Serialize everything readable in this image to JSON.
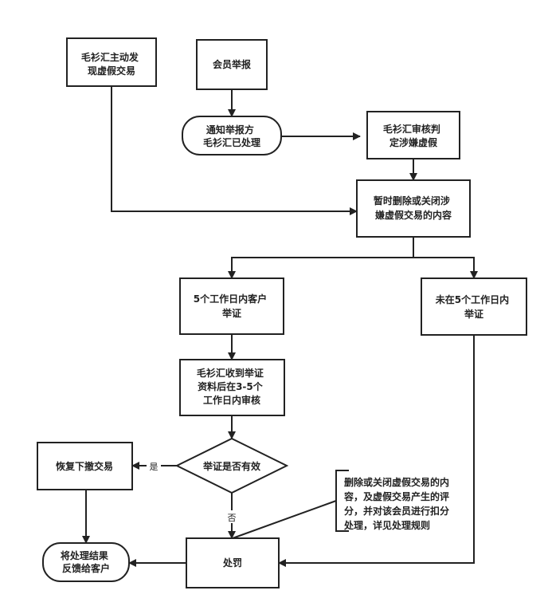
{
  "nodes": {
    "maoshanhui_discover": {
      "lines": [
        "毛衫汇主动发",
        "现虚假交易"
      ]
    },
    "member_report": {
      "lines": [
        "会员举报"
      ]
    },
    "notify_reporter": {
      "lines": [
        "通知举报方",
        "毛衫汇已处理"
      ]
    },
    "review_judge": {
      "lines": [
        "毛衫汇审核判",
        "定涉嫌虚假"
      ]
    },
    "temp_delete": {
      "lines": [
        "暂时删除或关闭涉",
        "嫌虚假交易的内容"
      ]
    },
    "proof_within_5": {
      "lines": [
        "5个工作日内客户",
        "举证"
      ]
    },
    "not_within_5": {
      "lines": [
        "未在5个工作日内",
        "举证"
      ]
    },
    "review_materials": {
      "lines": [
        "毛衫汇收到举证",
        "资料后在3-5个",
        "工作日内审核"
      ]
    },
    "decision_valid": {
      "lines": [
        "举证是否有效"
      ]
    },
    "restore_withdraw": {
      "lines": [
        "恢复下撤交易"
      ]
    },
    "penalty": {
      "lines": [
        "处罚"
      ]
    },
    "feedback_customer": {
      "lines": [
        "将处理结果",
        "反馈给客户"
      ]
    }
  },
  "edge_labels": {
    "yes": "是",
    "no": "否"
  },
  "annotation": {
    "lines": [
      "删除或关闭虚假交易的内",
      "容，及虚假交易产生的评",
      "分，并对该会员进行扣分",
      "处理，详见处理规则"
    ]
  }
}
